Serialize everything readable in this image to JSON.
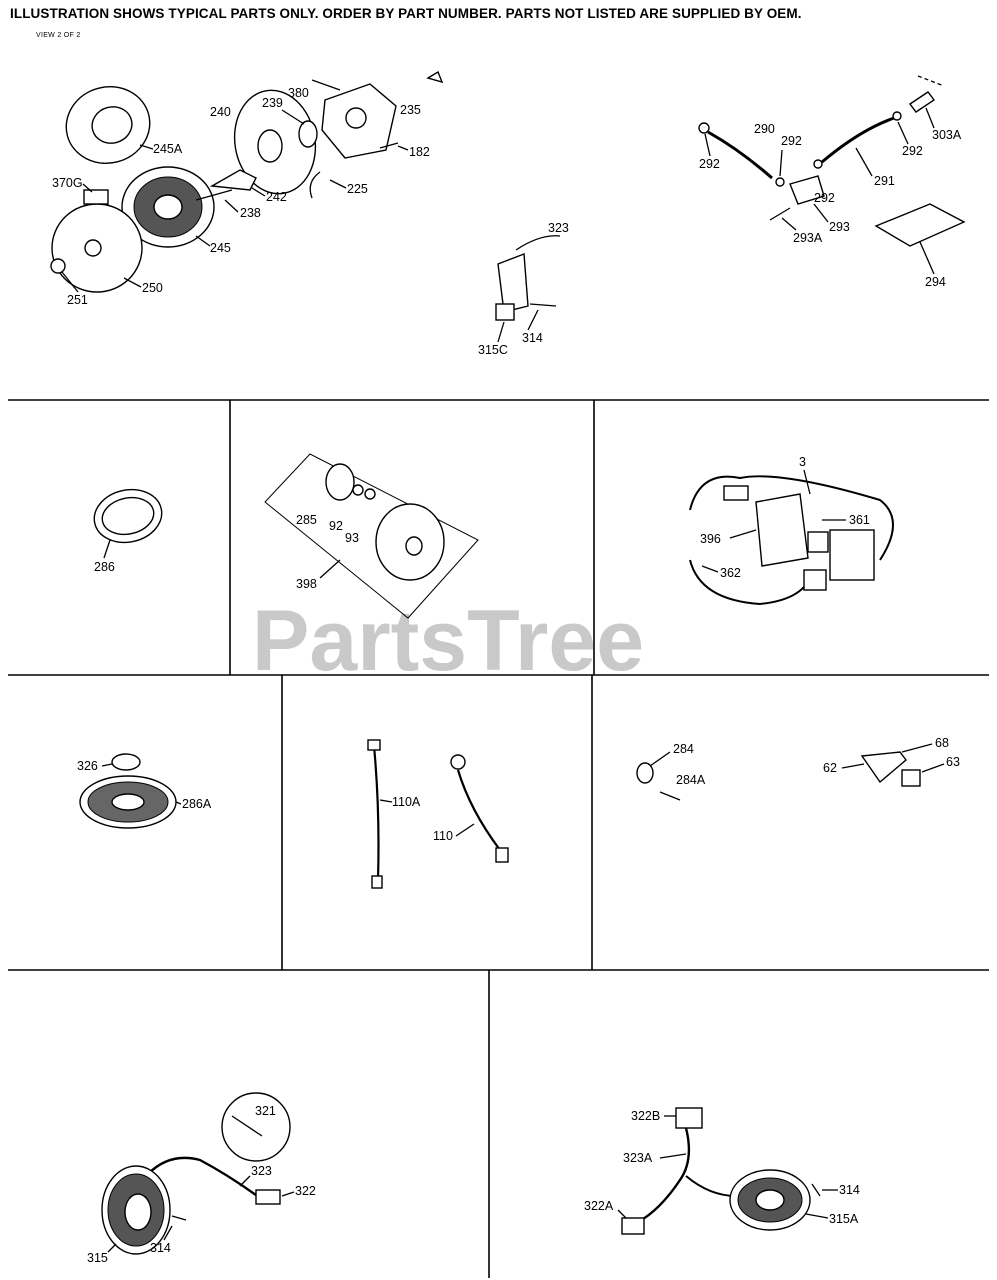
{
  "header": {
    "notice": "ILLUSTRATION SHOWS TYPICAL PARTS ONLY. ORDER BY PART NUMBER. PARTS NOT LISTED ARE SUPPLIED BY OEM.",
    "view": "VIEW 2 OF 2"
  },
  "watermark": "PartsTree",
  "callouts": {
    "c245A": "245A",
    "c370G": "370G",
    "c240": "240",
    "c239": "239",
    "c380": "380",
    "c235": "235",
    "c182": "182",
    "c225": "225",
    "c242": "242",
    "c238": "238",
    "c245": "245",
    "c250": "250",
    "c251": "251",
    "c323a": "323",
    "c314a": "314",
    "c315C": "315C",
    "c290": "290",
    "c292a": "292",
    "c292b": "292",
    "c292c": "292",
    "c292d": "292",
    "c303A": "303A",
    "c291": "291",
    "c293": "293",
    "c293A": "293A",
    "c294": "294",
    "c286": "286",
    "c285": "285",
    "c92": "92",
    "c93": "93",
    "c398": "398",
    "c3": "3",
    "c396": "396",
    "c361": "361",
    "c362": "362",
    "c326": "326",
    "c286A": "286A",
    "c110A": "110A",
    "c110": "110",
    "c284": "284",
    "c284A": "284A",
    "c68": "68",
    "c62": "62",
    "c63": "63",
    "c321": "321",
    "c323b": "323",
    "c322": "322",
    "c315": "315",
    "c314b": "314",
    "c322B": "322B",
    "c323A": "323A",
    "c322A": "322A",
    "c314c": "314",
    "c315A": "315A"
  }
}
